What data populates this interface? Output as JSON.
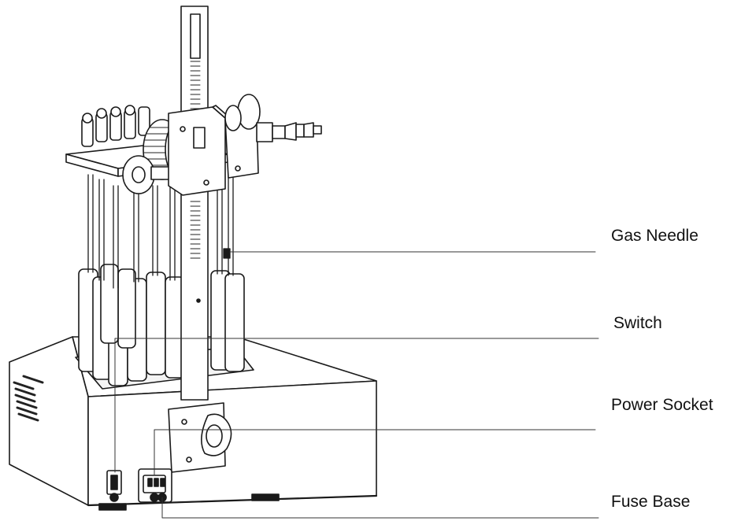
{
  "labels": {
    "gas_needle": "Gas Needle",
    "switch": "Switch",
    "power_socket": "Power Socket",
    "fuse_base": "Fuse Base"
  },
  "colors": {
    "line": "#1a1a1a",
    "fill": "#ffffff",
    "dark": "#222222"
  }
}
